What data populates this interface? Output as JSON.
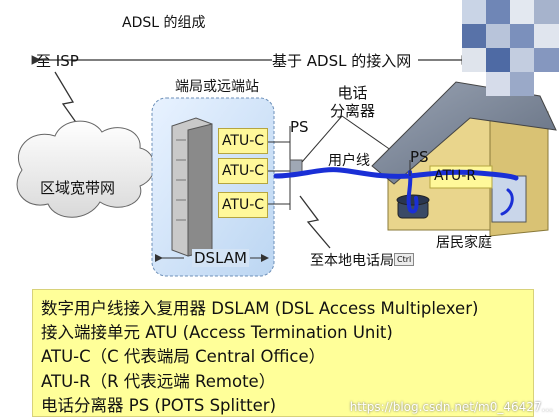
{
  "title": "ADSL 的组成",
  "isp_label": "至 ISP",
  "arrow_label": "基于 ADSL 的接入网",
  "cloud_label": "区域宽带网",
  "site_label": "端局或远端站",
  "dslam_label": "DSLAM",
  "ps_label_left": "PS",
  "splitter_label": "电话\n分离器",
  "subscriber_line_label": "用户线",
  "ps_label_right": "PS",
  "atu_c_labels": [
    "ATU-C",
    "ATU-C",
    "ATU-C"
  ],
  "atu_r_label": "ATU-R",
  "to_phone_label": "至本地电话局",
  "ctrl_badge": "Ctrl",
  "home_label": "居民家庭",
  "legend_lines": [
    "数字用户线接入复用器 DSLAM (DSL Access Multiplexer)",
    "接入端接单元 ATU (Access Termination Unit)",
    "ATU-C（C 代表端局 Central Office）",
    "ATU-R（R 代表远端 Remote）",
    "电话分离器 PS (POTS Splitter)"
  ],
  "watermark": "https://blog.csdn.net/m0_46427..."
}
